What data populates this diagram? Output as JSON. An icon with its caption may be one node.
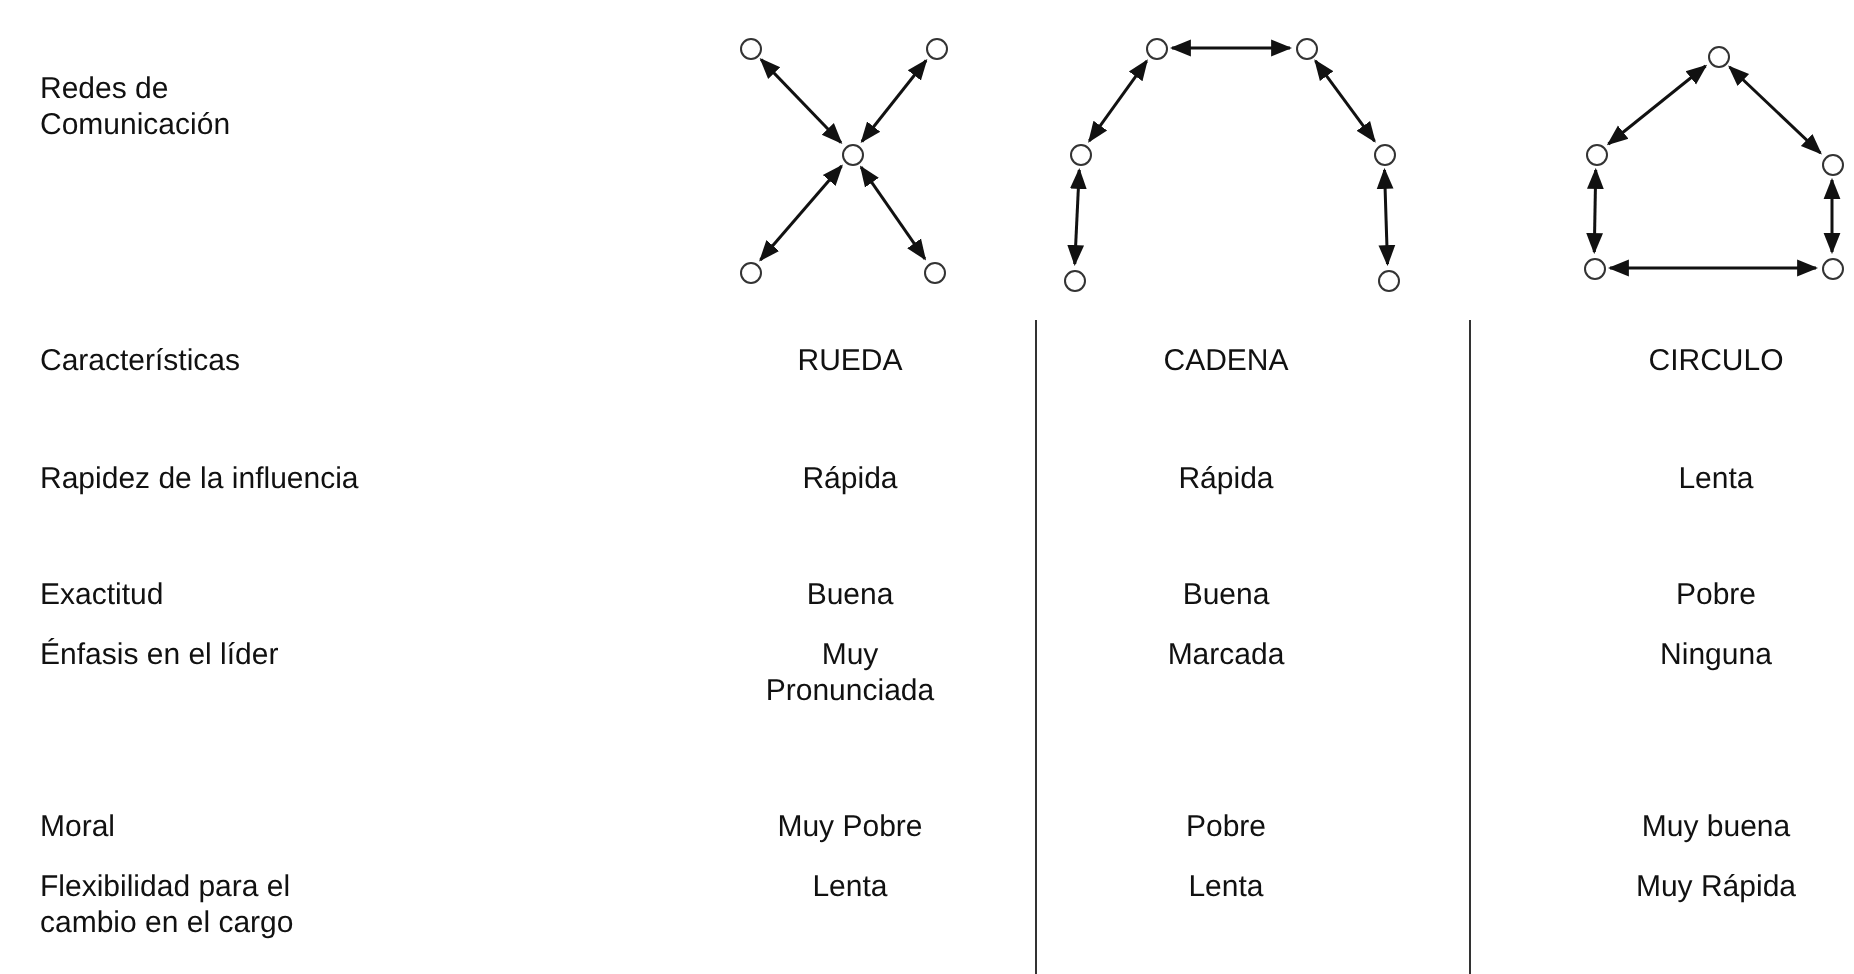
{
  "diagram": {
    "nodes": [
      {
        "text": [],
        "shape": "circle"
      },
      {
        "text": [],
        "shape": "circle"
      },
      {
        "text": [],
        "shape": "circle"
      },
      {
        "text": [],
        "shape": "circle"
      },
      {
        "text": [],
        "shape": "circle"
      },
      {
        "text": [],
        "shape": "circle"
      },
      {
        "text": [],
        "shape": "circle"
      },
      {
        "text": [],
        "shape": "circle"
      },
      {
        "text": [],
        "shape": "circle"
      },
      {
        "text": [],
        "shape": "circle"
      },
      {
        "text": [],
        "shape": "circle"
      },
      {
        "text": [],
        "shape": "circle"
      },
      {
        "text": [],
        "shape": "circle"
      },
      {
        "text": [],
        "shape": "circle"
      },
      {
        "text": [],
        "shape": "circle"
      },
      {
        "text": [],
        "shape": "circle"
      }
    ],
    "edges": [
      {
        "from": 0,
        "to": 2,
        "arrow": "both"
      },
      {
        "from": 1,
        "to": 2,
        "arrow": "both"
      },
      {
        "from": 2,
        "to": 3,
        "arrow": "both"
      },
      {
        "from": 2,
        "to": 4,
        "arrow": "both"
      },
      {
        "from": 5,
        "to": 6,
        "arrow": "both"
      },
      {
        "from": 5,
        "to": 7,
        "arrow": "both"
      },
      {
        "from": 6,
        "to": 8,
        "arrow": "both"
      },
      {
        "from": 7,
        "to": 9,
        "arrow": "both"
      },
      {
        "from": 8,
        "to": 10,
        "arrow": "both"
      },
      {
        "from": 11,
        "to": 12,
        "arrow": "both"
      },
      {
        "from": 11,
        "to": 13,
        "arrow": "both"
      },
      {
        "from": 12,
        "to": 14,
        "arrow": "both"
      },
      {
        "from": 13,
        "to": 15,
        "arrow": "both"
      },
      {
        "from": 14,
        "to": 15,
        "arrow": "both"
      }
    ],
    "labels": [
      "Redes de Comunicación",
      "Características",
      "RUEDA",
      "CADENA",
      "CIRCULO",
      "Rapidez de la influencia",
      "Rápida",
      "Rápida",
      "Lenta",
      "Exactitud",
      "Buena",
      "Buena",
      "Pobre",
      "Énfasis en el líder",
      "Muy Pronunciada",
      "Marcada",
      "Ninguna",
      "Moral",
      "Muy Pobre",
      "Pobre",
      "Muy buena",
      "Flexibilidad para el cambio en el cargo",
      "Lenta",
      "Lenta",
      "Muy Rápida"
    ]
  }
}
